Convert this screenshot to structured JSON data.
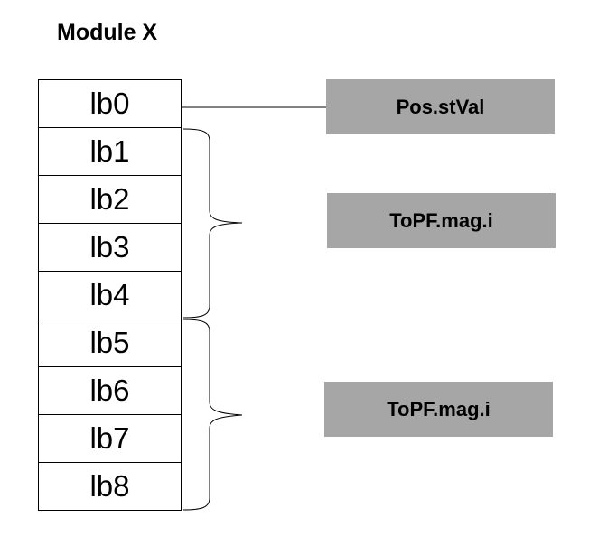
{
  "title": "Module X",
  "cells": [
    "lb0",
    "lb1",
    "lb2",
    "lb3",
    "lb4",
    "lb5",
    "lb6",
    "lb7",
    "lb8"
  ],
  "fields": [
    {
      "label": "Pos.stVal"
    },
    {
      "label": "ToPF.mag.i"
    },
    {
      "label": "ToPF.mag.i"
    }
  ],
  "colors": {
    "box_fill": "#a6a6a6",
    "line": "#000000"
  }
}
